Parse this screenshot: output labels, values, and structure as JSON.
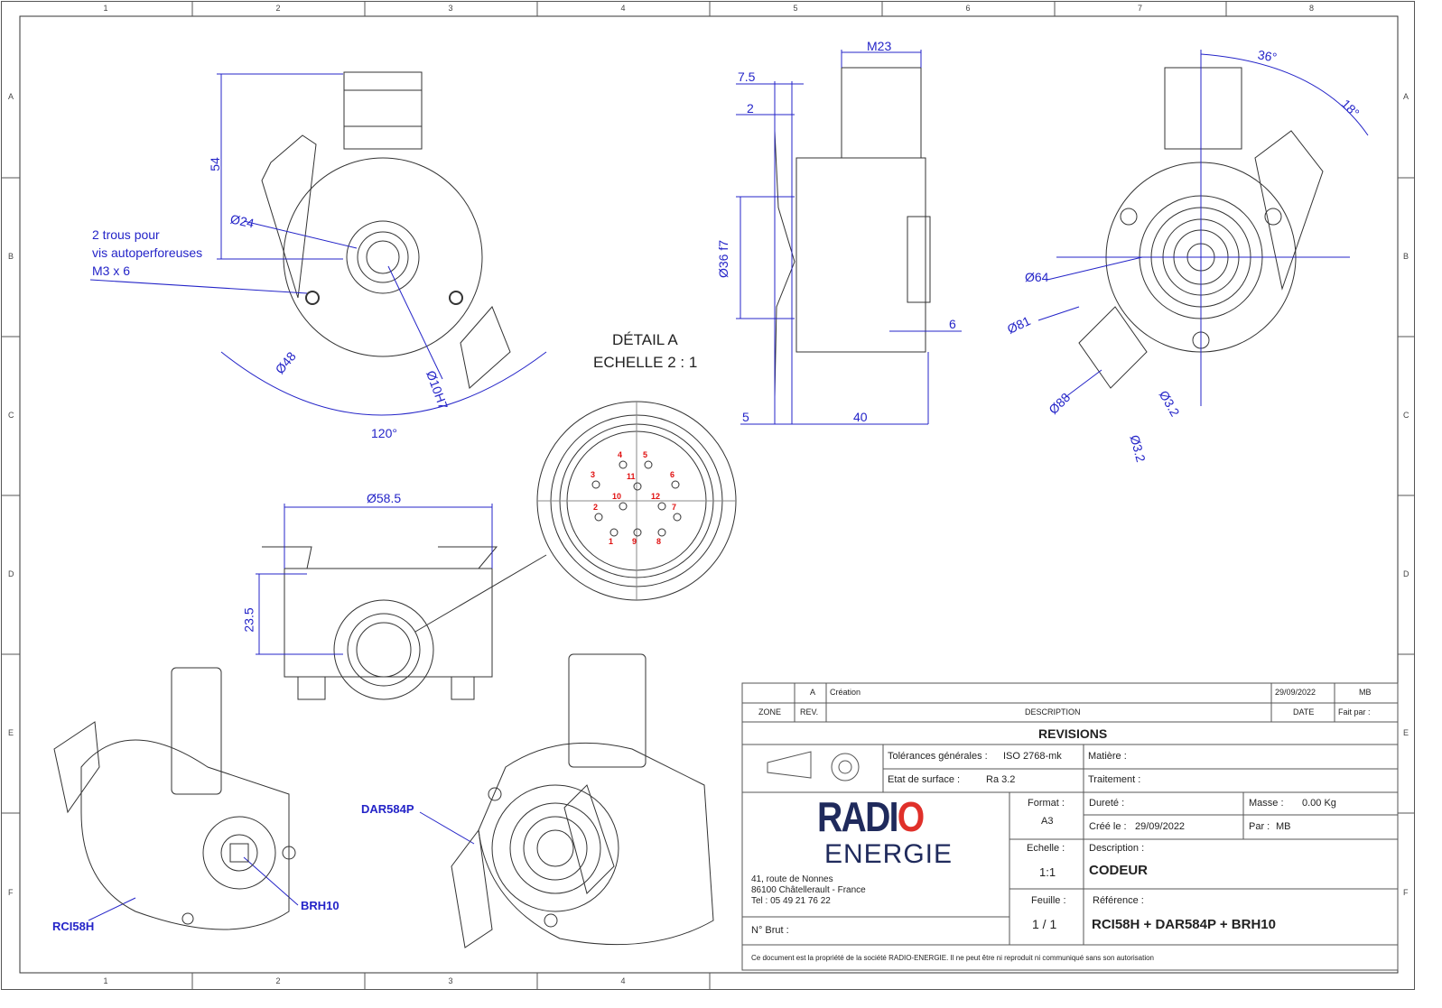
{
  "zones": {
    "columns": [
      "1",
      "2",
      "3",
      "4",
      "5",
      "6",
      "7",
      "8"
    ],
    "bottom_columns": [
      "1",
      "2",
      "3",
      "4"
    ],
    "rows": [
      "A",
      "B",
      "C",
      "D",
      "E",
      "F"
    ]
  },
  "front_view": {
    "dim_54": "54",
    "dim_d24": "Ø24",
    "note": [
      "2 trous pour",
      "vis autoperforeuses",
      "M3 x 6"
    ],
    "dim_d48": "Ø48",
    "dim_d10": "Ø10H7",
    "dim_120": "120°"
  },
  "side_view": {
    "dim_m23": "M23",
    "dim_7_5": "7.5",
    "dim_2": "2",
    "dim_d36": "Ø36 f7",
    "dim_6": "6",
    "dim_5": "5",
    "dim_40": "40"
  },
  "rear_view": {
    "dim_36deg": "36°",
    "dim_18deg": "18°",
    "dim_d64": "Ø64",
    "dim_d81": "Ø81",
    "dim_d88": "Ø88",
    "dim_3_2a": "Ø3.2",
    "dim_3_2b": "Ø3.2"
  },
  "detail": {
    "title": "DÉTAIL A",
    "scale": "ECHELLE 2 : 1",
    "pins": [
      "1",
      "2",
      "3",
      "4",
      "5",
      "6",
      "7",
      "8",
      "9",
      "10",
      "11",
      "12"
    ]
  },
  "top_view": {
    "dim_d58": "Ø58.5",
    "dim_23_5": "23.5"
  },
  "iso_labels": {
    "rci": "RCI58H",
    "brh": "BRH10",
    "dar": "DAR584P"
  },
  "title_block": {
    "revision_row": {
      "zone": "",
      "rev": "A",
      "description": "Création",
      "date": "29/09/2022",
      "by": "MB"
    },
    "headers": {
      "zone": "ZONE",
      "rev": "REV.",
      "description": "DESCRIPTION",
      "date": "DATE",
      "by": "Fait par :"
    },
    "revisions_title": "REVISIONS",
    "tolerances_label": "Tolérances générales :",
    "tolerances_value": "ISO 2768-mk",
    "surface_label": "Etat de surface :",
    "surface_value": "Ra 3.2",
    "matiere_label": "Matière :",
    "traitement_label": "Traitement :",
    "logo_top": "RADIO",
    "logo_bottom": "ENERGIE",
    "address": [
      "41, route de Nonnes",
      "86100 Châtellerault - France",
      "Tel : 05 49 21 76 22"
    ],
    "brut_label": "N° Brut :",
    "format_label": "Format :",
    "format_value": "A3",
    "durete_label": "Dureté :",
    "masse_label": "Masse :",
    "masse_value": "0.00 Kg",
    "cree_label": "Créé le :",
    "cree_value": "29/09/2022",
    "par_label": "Par :",
    "par_value": "MB",
    "echelle_label": "Echelle :",
    "echelle_value": "1:1",
    "description_label": "Description :",
    "description_value": "CODEUR",
    "feuille_label": "Feuille :",
    "feuille_value": "1 / 1",
    "reference_label": "Référence :",
    "reference_value": "RCI58H + DAR584P + BRH10",
    "footer": "Ce document est la propriété de la société RADIO-ENERGIE. Il ne peut être ni reproduit ni communiqué sans son autorisation"
  },
  "colors": {
    "dimension": "#2424c8",
    "logo_blue": "#1f2a5c",
    "logo_red": "#e0302a",
    "pin_red": "#e01010"
  }
}
